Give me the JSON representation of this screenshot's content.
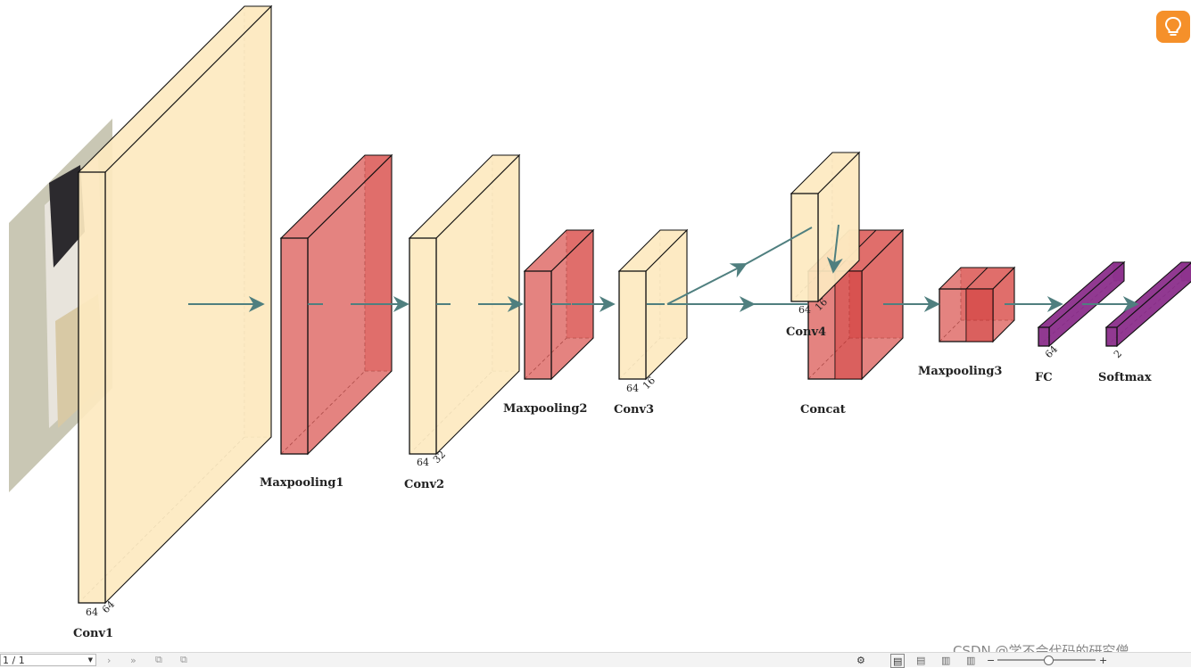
{
  "layers": [
    {
      "id": "conv1",
      "label": "Conv1",
      "dims": [
        "64",
        "64"
      ],
      "kind": "conv"
    },
    {
      "id": "maxpooling1",
      "label": "Maxpooling1",
      "dims": [],
      "kind": "pool"
    },
    {
      "id": "conv2",
      "label": "Conv2",
      "dims": [
        "64",
        "32"
      ],
      "kind": "conv"
    },
    {
      "id": "maxpooling2",
      "label": "Maxpooling2",
      "dims": [],
      "kind": "pool"
    },
    {
      "id": "conv3",
      "label": "Conv3",
      "dims": [
        "64",
        "16"
      ],
      "kind": "conv"
    },
    {
      "id": "conv4",
      "label": "Conv4",
      "dims": [
        "64",
        "16"
      ],
      "kind": "conv"
    },
    {
      "id": "concat",
      "label": "Concat",
      "dims": [],
      "kind": "pool"
    },
    {
      "id": "maxpooling3",
      "label": "Maxpooling3",
      "dims": [],
      "kind": "pool"
    },
    {
      "id": "fc",
      "label": "FC",
      "dims": [
        "64"
      ],
      "kind": "fc"
    },
    {
      "id": "softmax",
      "label": "Softmax",
      "dims": [
        "2"
      ],
      "kind": "fc"
    }
  ],
  "colors": {
    "conv": "#fde9c0",
    "pool": "#d9534f",
    "fc": "#8b2e8b",
    "arrow": "#4f7f7f",
    "hint": "#f5902a"
  },
  "toolbar": {
    "page_indicator": "1 / 1",
    "watermark": "CSDN @学不会代码的研究僧"
  },
  "icons": [
    "lightbulb-icon",
    "chevron-right-icon",
    "double-chevron-right-icon",
    "copy-icon",
    "paste-icon",
    "settings-icon",
    "single-page-icon",
    "continuous-page-icon",
    "two-page-icon",
    "book-view-icon",
    "zoom-out-icon",
    "zoom-in-icon"
  ]
}
